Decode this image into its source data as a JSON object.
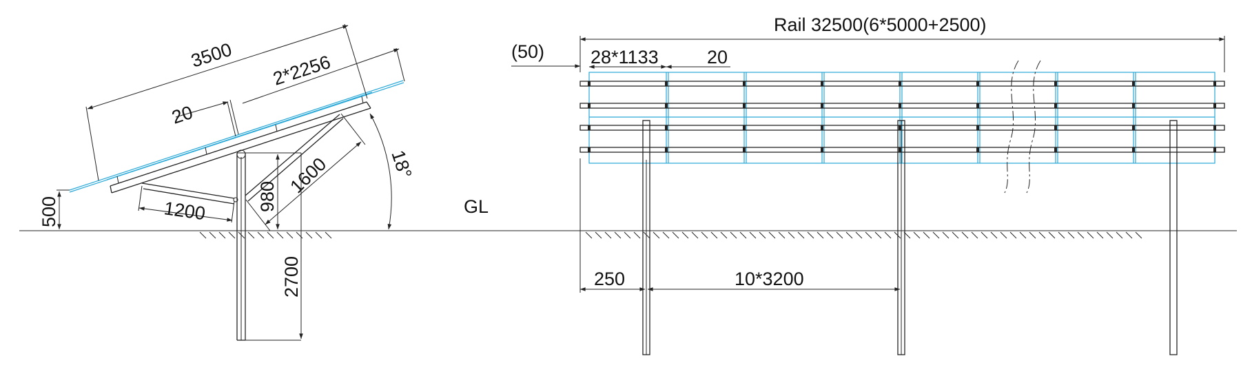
{
  "labels": {
    "side_length": "3500",
    "module_width": "2*2256",
    "module_gap_side": "20",
    "brace_length": "1600",
    "beam_length": "1200",
    "post_above": "980",
    "ground_clearance": "500",
    "post_embed": "2700",
    "tilt_angle": "18°",
    "ground": "GL",
    "rail_total": "Rail  32500(6*5000+2500)",
    "rail_overhang": "(50)",
    "module_spacing": "28*1133",
    "module_gap_front": "20",
    "post_edge": "250",
    "post_spacing": "10*3200"
  },
  "colors": {
    "line": "#222222",
    "module_outline": "#29a8d8"
  }
}
